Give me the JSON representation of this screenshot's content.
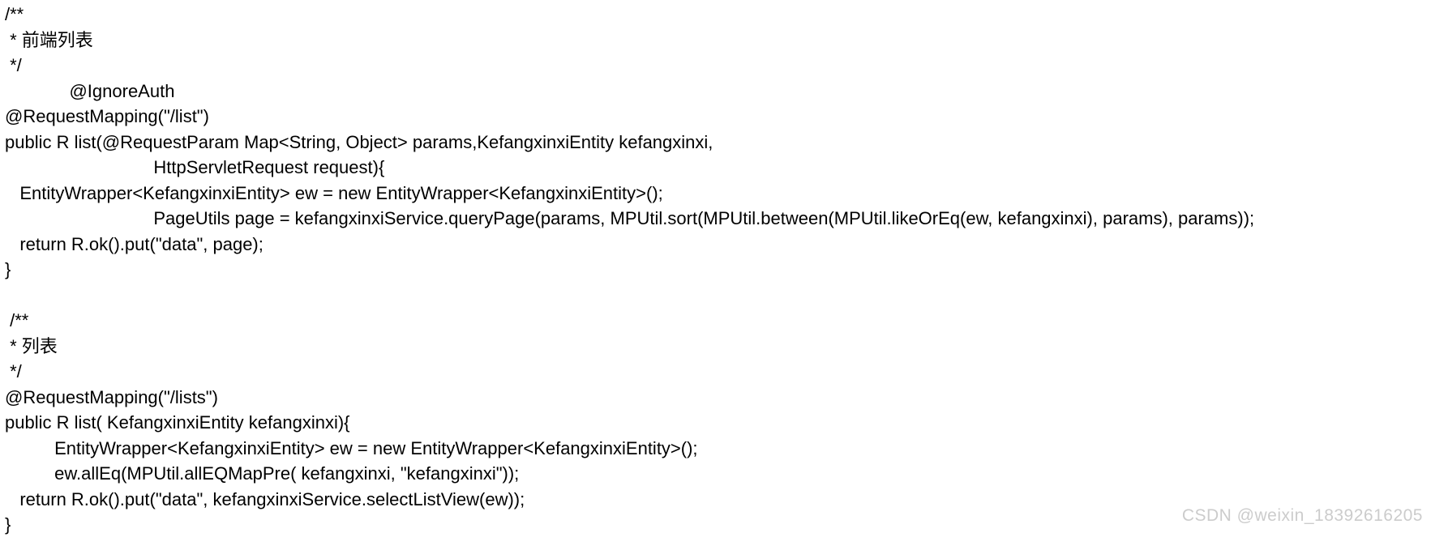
{
  "page": {
    "background": "#ffffff",
    "text_color": "#000000"
  },
  "code": {
    "language": "java",
    "lines": [
      "/**",
      " * 前端列表",
      " */",
      "             @IgnoreAuth",
      "@RequestMapping(\"/list\")",
      "public R list(@RequestParam Map<String, Object> params,KefangxinxiEntity kefangxinxi,",
      "                              HttpServletRequest request){",
      "   EntityWrapper<KefangxinxiEntity> ew = new EntityWrapper<KefangxinxiEntity>();",
      "                              PageUtils page = kefangxinxiService.queryPage(params, MPUtil.sort(MPUtil.between(MPUtil.likeOrEq(ew, kefangxinxi), params), params));",
      "   return R.ok().put(\"data\", page);",
      "}",
      "",
      " /**",
      " * 列表",
      " */",
      "@RequestMapping(\"/lists\")",
      "public R list( KefangxinxiEntity kefangxinxi){",
      "          EntityWrapper<KefangxinxiEntity> ew = new EntityWrapper<KefangxinxiEntity>();",
      "          ew.allEq(MPUtil.allEQMapPre( kefangxinxi, \"kefangxinxi\"));",
      "   return R.ok().put(\"data\", kefangxinxiService.selectListView(ew));",
      "}"
    ]
  },
  "watermark": {
    "text": "CSDN @weixin_18392616205",
    "color": "#cccccc"
  }
}
